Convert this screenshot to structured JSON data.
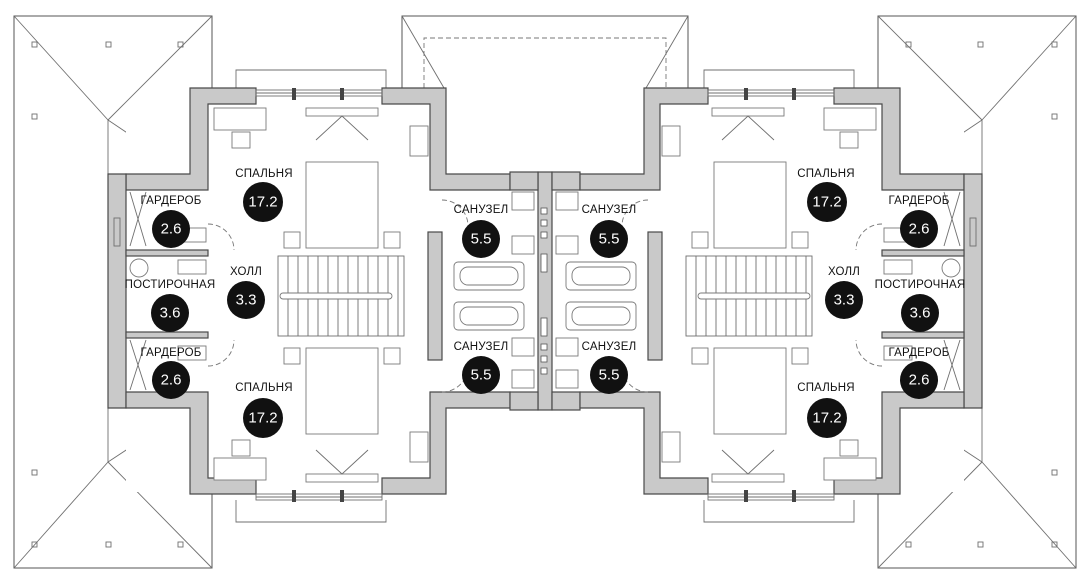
{
  "rooms": {
    "bedroom_tl": {
      "name": "СПАЛЬНЯ",
      "area": "17.2"
    },
    "bedroom_bl": {
      "name": "СПАЛЬНЯ",
      "area": "17.2"
    },
    "bedroom_tr": {
      "name": "СПАЛЬНЯ",
      "area": "17.2"
    },
    "bedroom_br": {
      "name": "СПАЛЬНЯ",
      "area": "17.2"
    },
    "wardrobe_tl": {
      "name": "ГАРДЕРОБ",
      "area": "2.6"
    },
    "wardrobe_bl": {
      "name": "ГАРДЕРОБ",
      "area": "2.6"
    },
    "wardrobe_tr": {
      "name": "ГАРДЕРОБ",
      "area": "2.6"
    },
    "wardrobe_br": {
      "name": "ГАРДЕРОБ",
      "area": "2.6"
    },
    "hall_l": {
      "name": "ХОЛЛ",
      "area": "3.3"
    },
    "hall_r": {
      "name": "ХОЛЛ",
      "area": "3.3"
    },
    "laundry_l": {
      "name": "ПОСТИРОЧНАЯ",
      "area": "3.6"
    },
    "laundry_r": {
      "name": "ПОСТИРОЧНАЯ",
      "area": "3.6"
    },
    "bath_tl": {
      "name": "САНУЗЕЛ",
      "area": "5.5"
    },
    "bath_bl": {
      "name": "САНУЗЕЛ",
      "area": "5.5"
    },
    "bath_tr": {
      "name": "САНУЗЕЛ",
      "area": "5.5"
    },
    "bath_br": {
      "name": "САНУЗЕЛ",
      "area": "5.5"
    }
  },
  "colors": {
    "wall_fill": "#c9c9c9",
    "badge": "#111111",
    "line": "#555555"
  }
}
